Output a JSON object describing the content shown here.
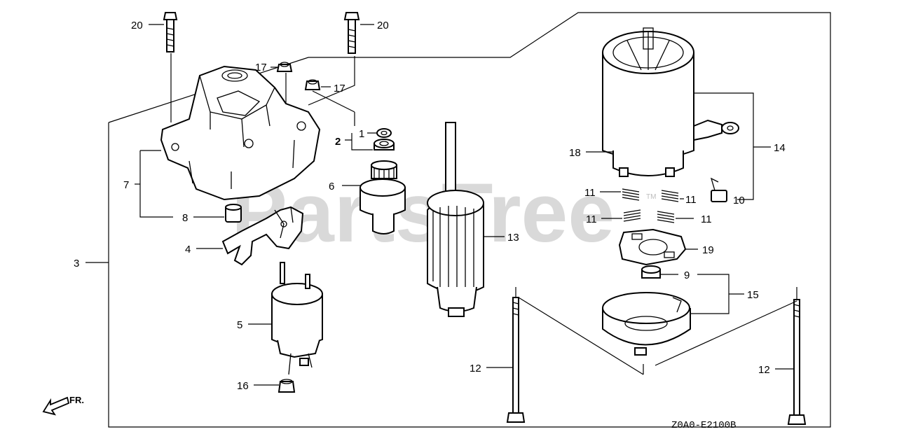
{
  "watermark": "PartsTree",
  "trademark": "TM",
  "diagram_code": "Z0A0-E2100B",
  "front_indicator": "FR.",
  "callouts": {
    "c1": "1",
    "c2": "2",
    "c3": "3",
    "c4": "4",
    "c5": "5",
    "c6": "6",
    "c7": "7",
    "c8": "8",
    "c9": "9",
    "c10": "10",
    "c11a": "11",
    "c11b": "11",
    "c11c": "11",
    "c11d": "11",
    "c12a": "12",
    "c12b": "12",
    "c13": "13",
    "c14": "14",
    "c15": "15",
    "c16": "16",
    "c17a": "17",
    "c17b": "17",
    "c18": "18",
    "c19": "19",
    "c20a": "20",
    "c20b": "20"
  }
}
